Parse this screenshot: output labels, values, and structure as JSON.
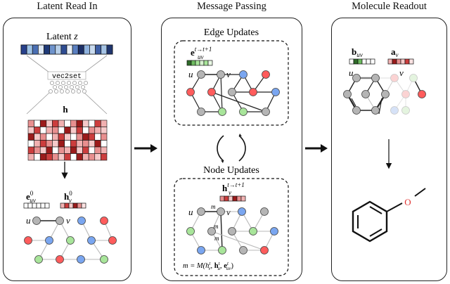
{
  "panels": {
    "latent": {
      "title": "Latent Read In",
      "latent_label": "Latent",
      "latent_var": "z",
      "vec2set": "vec2set",
      "h_label": "h",
      "e_label": "e",
      "e_sup": "0",
      "e_sub": "uv",
      "h2_label": "h",
      "h2_sup": "0",
      "h2_sub": "v",
      "u_label": "u",
      "v_label": "v"
    },
    "message": {
      "title": "Message Passing",
      "edge_title": "Edge Updates",
      "e_label": "e",
      "e_sup": "t→t+1",
      "e_sub": "uv",
      "node_title": "Node Updates",
      "h_label": "h",
      "h_sup": "t→t+1",
      "h_sub": "v",
      "u_label": "u",
      "v_label": "v",
      "m_label": "m",
      "formula": "m = M(h",
      "f_h1_sup": "t",
      "f_h1_sub": "v",
      "f_h2_sup": "t",
      "f_h2_sub": "u",
      "f_e_sup": "t",
      "f_e_sub": "uv",
      "f_comma": ", ",
      "f_close": ")",
      "f_bold_h": "h",
      "f_bold_e": "e"
    },
    "readout": {
      "title": "Molecule Readout",
      "b_label": "b",
      "b_sub": "uv",
      "a_label": "a",
      "a_sub": "v",
      "u_label": "u",
      "v_label": "v",
      "o_label": "O"
    }
  },
  "colors": {
    "red": "#ff5c5c",
    "blue": "#7aa6f0",
    "green": "#a8e59a",
    "gray": "#b5b5b5",
    "dark": "#222222",
    "faded_blue": "#d6e2f7",
    "faded_green": "#e4f4df",
    "faded_red": "#fbd3d3"
  }
}
